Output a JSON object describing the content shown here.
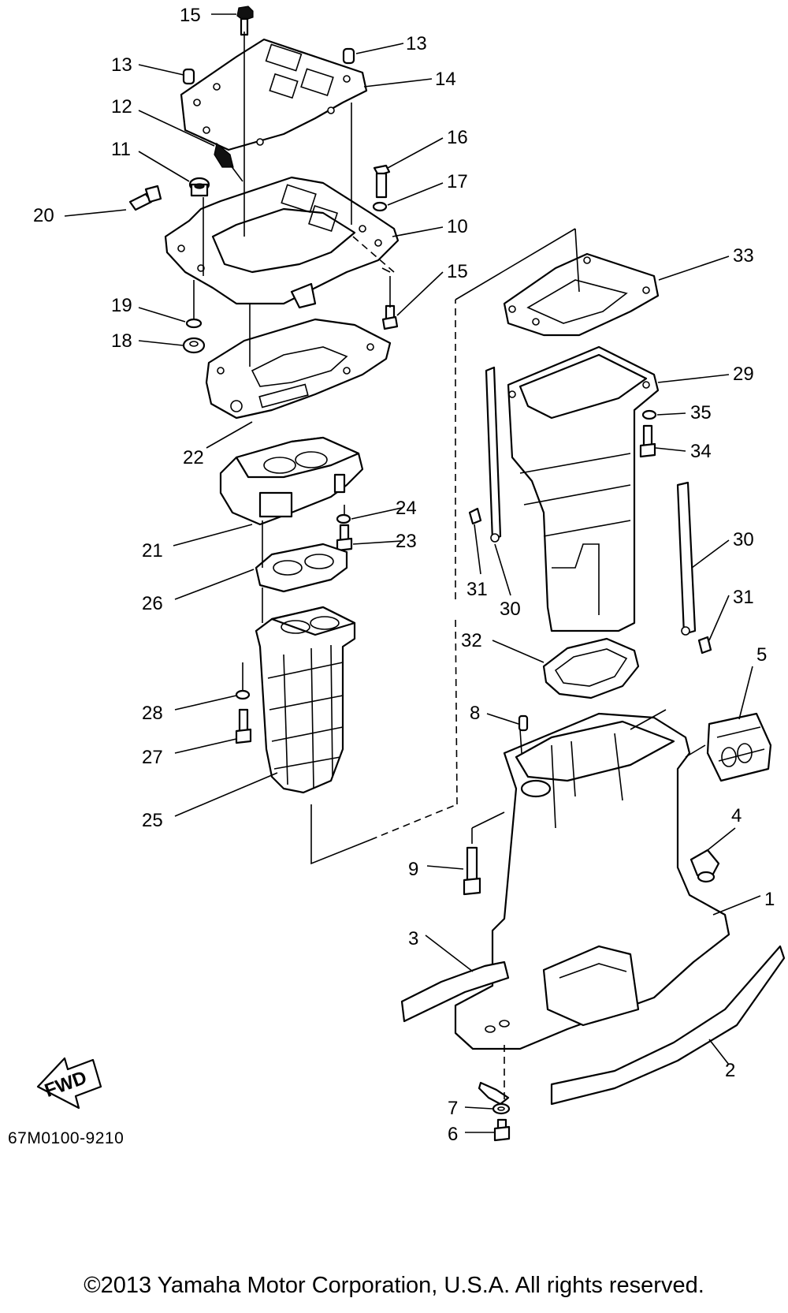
{
  "diagram": {
    "code": "67M0100-9210",
    "fwd_label": "FWD",
    "copyright": "©2013 Yamaha Motor Corporation, U.S.A. All rights reserved.",
    "callouts": [
      "15",
      "13",
      "13",
      "14",
      "12",
      "11",
      "16",
      "17",
      "20",
      "10",
      "33",
      "15",
      "19",
      "18",
      "29",
      "35",
      "34",
      "22",
      "24",
      "21",
      "23",
      "30",
      "31",
      "30",
      "31",
      "26",
      "32",
      "5",
      "28",
      "8",
      "27",
      "25",
      "4",
      "9",
      "1",
      "3",
      "2",
      "7",
      "6"
    ]
  }
}
